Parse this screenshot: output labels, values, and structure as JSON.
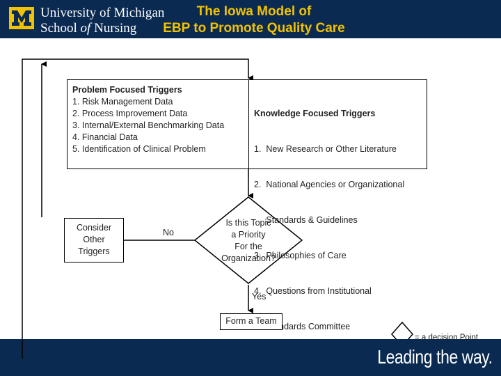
{
  "header": {
    "university": "University of Michigan",
    "school_pre": "School ",
    "school_of": "of",
    "school_post": " Nursing",
    "title_line1": "The Iowa Model of",
    "title_line2": "EBP to Promote Quality Care"
  },
  "problem_triggers": {
    "heading": "Problem Focused Triggers",
    "items": [
      "1.  Risk Management Data",
      "2.  Process Improvement Data",
      "3.  Internal/External Benchmarking Data",
      "4.  Financial Data",
      "5.  Identification of Clinical Problem"
    ]
  },
  "knowledge_triggers": {
    "heading": "Knowledge Focused Triggers",
    "items": [
      "1.  New Research or Other Literature",
      "2.  National Agencies or Organizational",
      "     Standards & Guidelines",
      "3.  Philosophies of Care",
      "4.  Questions from Institutional",
      "     Standards Committee"
    ]
  },
  "consider": {
    "line1": "Consider",
    "line2": "Other",
    "line3": "Triggers"
  },
  "no_label": "No",
  "decision": {
    "line1": "Is this Topic",
    "line2": "a Priority",
    "line3": "For the",
    "line4": "Organization?"
  },
  "yes_label": "Yes",
  "form_team": "Form a Team",
  "legend_text": "= a decision Point",
  "footer": {
    "tagline": "Leading the way."
  },
  "colors": {
    "navy": "#0a2a52",
    "maize": "#f2c200"
  }
}
